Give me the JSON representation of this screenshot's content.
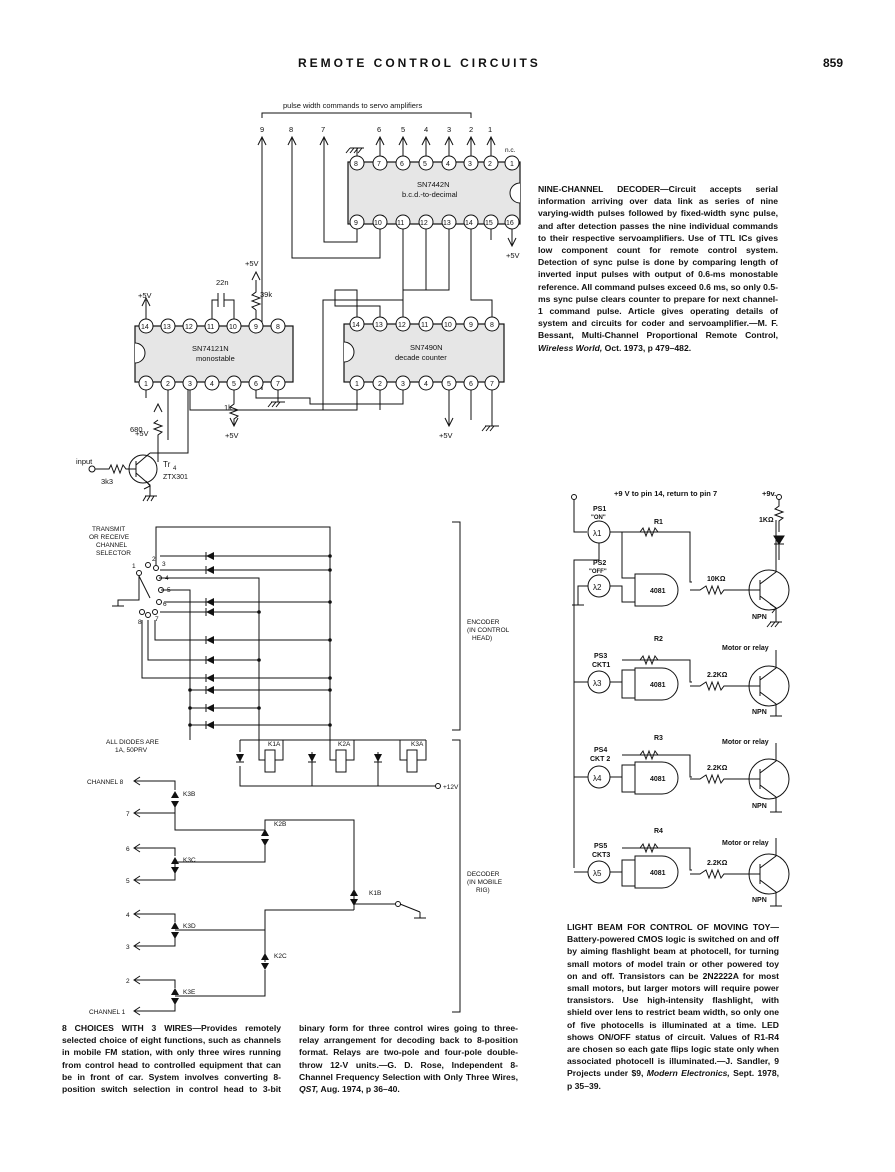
{
  "header": {
    "title": "REMOTE CONTROL CIRCUITS",
    "page": "859"
  },
  "fig1": {
    "top_label": "pulse width commands to servo amplifiers",
    "out_numbers": [
      "9",
      "8",
      "7",
      "6",
      "5",
      "4",
      "3",
      "2",
      "1"
    ],
    "nc": "n.c.",
    "chip_decoder": [
      "SN7442N",
      "b.c.d.-to-decimal"
    ],
    "chip_mono": [
      "SN74121N",
      "monostable"
    ],
    "chip_counter": [
      "SN7490N",
      "decade counter"
    ],
    "labels": {
      "v5": "+5V",
      "c22n": "22n",
      "r39k": "39k",
      "r1k": "1k",
      "r680": "680",
      "input": "input",
      "r3k3": "3k3",
      "tr": "Tr",
      "tr_sub": "4",
      "tr_type": "ZTX301"
    },
    "caption_lead": "NINE-CHANNEL DECODER",
    "caption": "—Circuit accepts serial information arriving over data link as series of nine varying-width pulses followed by fixed-width sync pulse, and after detection passes the nine individual commands to their respective servoamplifiers. Use of TTL ICs gives low component count for remote control system. Detection of sync pulse is done by comparing length of inverted input pulses with output of 0.6-ms monostable reference. All command pulses exceed 0.6 ms, so only 0.5-ms sync pulse clears counter to prepare for next channel-1 command pulse. Article gives operating details of system and circuits for coder and servoamplifier.—M. F. Bessant, Multi-Channel Proportional Remote Control, ",
    "caption_src": "Wireless World,",
    "caption_end": " Oct. 1973, p 479–482."
  },
  "fig2": {
    "selector": [
      "TRANSMIT",
      "OR RECEIVE",
      "CHANNEL",
      "SELECTOR"
    ],
    "encoder": [
      "ENCODER",
      "(IN CONTROL",
      "HEAD)"
    ],
    "decoder": [
      "DECODER",
      "(IN MOBILE",
      "RIG)"
    ],
    "diodes_note": [
      "ALL DIODES ARE",
      "1A, 50PRV"
    ],
    "relays": [
      "K1A",
      "K2A",
      "K3A",
      "K3B",
      "K2B",
      "K3C",
      "K1B",
      "K3D",
      "K2C",
      "K3E"
    ],
    "v12": "+12V",
    "channels": [
      "CHANNEL 8",
      "7",
      "6",
      "5",
      "4",
      "3",
      "2",
      "CHANNEL 1"
    ],
    "switch_pos": [
      "1",
      "2",
      "3",
      "4",
      "5",
      "6",
      "7",
      "8"
    ],
    "caption_lead": "8 CHOICES WITH 3 WIRES",
    "caption": "—Provides remotely selected choice of eight functions, such as channels in mobile FM station, with only three wires running from control head to controlled equipment that can be in front of car. System involves converting 8-position switch selection in control head to 3-bit binary form for three control wires going to three-relay arrangement for decoding back to 8-position format. Relays are two-pole and four-pole double-throw 12-V units.—G. D. Rose, Independent 8-Channel Frequency Selection with Only Three Wires, ",
    "caption_src": "QST,",
    "caption_end": " Aug. 1974, p 36–40."
  },
  "fig3": {
    "supply": "+9 V to pin 14, return to pin 7",
    "v9": "+9v.",
    "r1k": "1KΩ",
    "on": "\"ON\"",
    "off": "\"OFF\"",
    "ps": [
      "PS1",
      "PS2",
      "PS3",
      "PS4",
      "PS5"
    ],
    "lam": [
      "λ1",
      "λ2",
      "λ3",
      "λ4",
      "λ5"
    ],
    "ckt": [
      "CKT1",
      "CKT 2",
      "CKT3"
    ],
    "r": [
      "R1",
      "R2",
      "R3",
      "R4"
    ],
    "gate": "4081",
    "r10k": "10KΩ",
    "r22k": "2.2KΩ",
    "npn": "NPN",
    "motor": "Motor or relay",
    "caption_lead": "LIGHT BEAM FOR CONTROL OF MOVING TOY",
    "caption": "—Battery-powered CMOS logic is switched on and off by aiming flashlight beam at photocell, for turning small motors of model train or other powered toy on and off. Transistors can be 2N2222A for most small motors, but larger motors will require power transistors. Use high-intensity flashlight, with shield over lens to restrict beam width, so only one of five photocells is illuminated at a time. LED shows ON/OFF status of circuit. Values of R1-R4 are chosen so each gate flips logic state only when associated photocell is illuminated.—J. Sandler, 9 Projects under $9, ",
    "caption_src": "Modern Electronics,",
    "caption_end": " Sept. 1978, p 35–39."
  }
}
